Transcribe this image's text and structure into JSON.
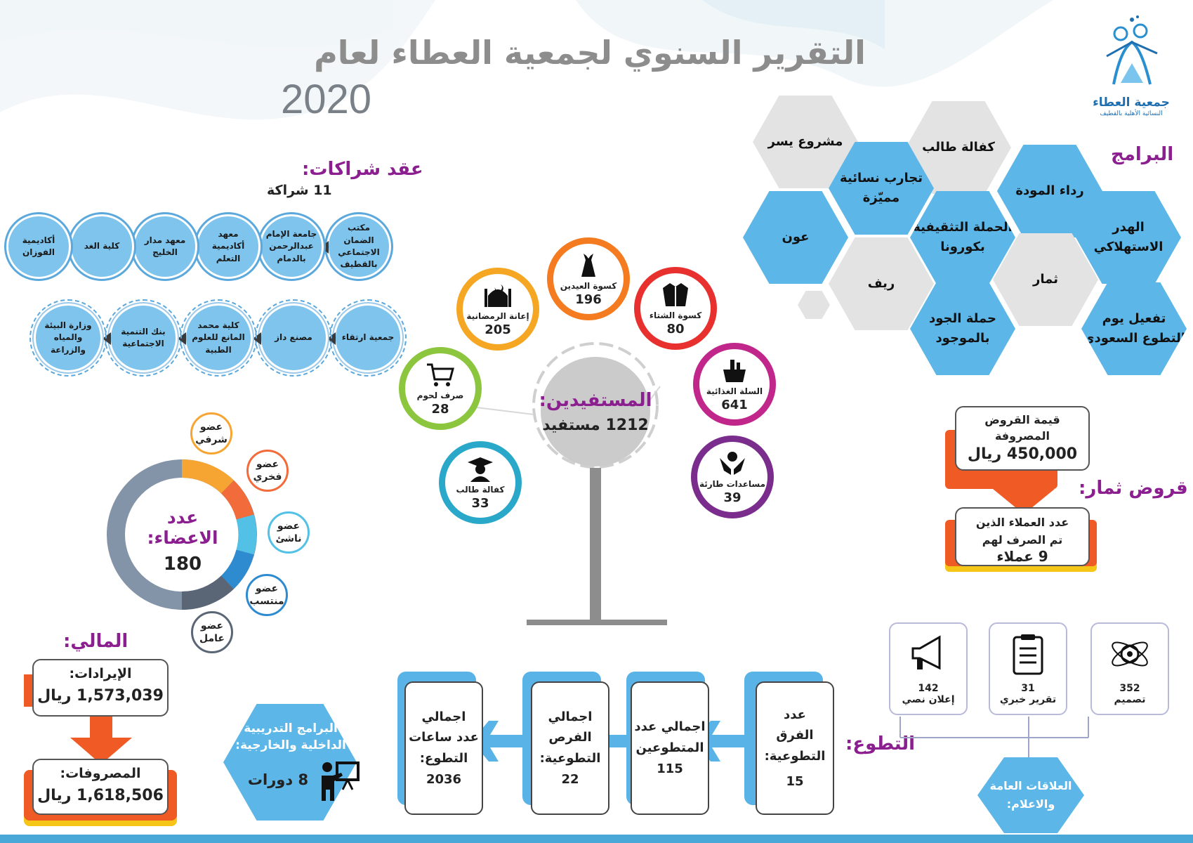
{
  "header": {
    "title": "التقرير السنوي لجمعية العطاء لعام",
    "year": "2020",
    "logo_name": "جمعية العطاء",
    "logo_sub": "النسائية الأهلية بالقطيف"
  },
  "colors": {
    "accent_purple": "#8b1f8f",
    "blue": "#5db6e8",
    "orange": "#f05a24",
    "grey": "#8d8d8d"
  },
  "partnerships": {
    "title": "عقد شراكات:",
    "count": "11 شراكة",
    "row1": [
      "مكتب الضمان الاجتماعي بالقطيف",
      "جامعة الإمام عبدالرحمن بالدمام",
      "معهد أكاديمية التعلم",
      "معهد مدار الخليج",
      "كلية الغد",
      "أكاديمية الفوزان"
    ],
    "row2": [
      "جمعية ارتقاء",
      "مصنع داز",
      "كلية محمد المانع للعلوم الطبية",
      "بنك التنمية الاجتماعية",
      "وزارة البيئة والمياه والزراعة"
    ]
  },
  "programs": {
    "title": "البرامج",
    "items": [
      "كفالة طالب",
      "مشروع يسر",
      "تجارب نسائية مميّزة",
      "رداء المودة",
      "الهدر الاستهلاكي",
      "الحملة التثقيفية بكورونا",
      "عون",
      "ريف",
      "ثمار",
      "حملة الجود بالموجود",
      "تفعيل يوم التطوع السعودي"
    ]
  },
  "beneficiaries": {
    "title": "المستفيدين:",
    "total": "1212 مستفيد",
    "items": [
      {
        "label": "كسوة العيدين",
        "value": "196",
        "icon": "dress-icon",
        "color": "#f47b20"
      },
      {
        "label": "إعانة الرمضانية",
        "value": "205",
        "icon": "mosque-icon",
        "color": "#f5a623"
      },
      {
        "label": "كسوة الشتاء",
        "value": "80",
        "icon": "jacket-icon",
        "color": "#e8312f"
      },
      {
        "label": "صرف لحوم",
        "value": "28",
        "icon": "cart-icon",
        "color": "#8cc63f"
      },
      {
        "label": "السلة الغذائية",
        "value": "641",
        "icon": "basket-icon",
        "color": "#c1268a"
      },
      {
        "label": "كفالة طالب",
        "value": "33",
        "icon": "graduate-icon",
        "color": "#2aa8c9"
      },
      {
        "label": "مساعدات طارئة",
        "value": "39",
        "icon": "hands-icon",
        "color": "#7b2d8e"
      }
    ]
  },
  "members": {
    "title": "عدد الاعضاء:",
    "total": "180",
    "types": [
      "عضو شرفي",
      "عضو فخري",
      "عضو ناشئ",
      "عضو منتسب",
      "عضو عامل"
    ]
  },
  "loans": {
    "title": "قروض ثمار:",
    "value_label": "قيمة القروض المصروفة",
    "value": "450,000 ريال",
    "clients_label": "عدد العملاء الذين تم الصرف لهم",
    "clients": "9 عملاء"
  },
  "finance": {
    "title": "المالي:",
    "revenue_label": "الإيرادات:",
    "revenue": "1,573,039 ريال",
    "expense_label": "المصروفات:",
    "expense": "1,618,506 ريال"
  },
  "training": {
    "label": "البرامج التدريبية الداخلية والخارجية:",
    "value": "8 دورات"
  },
  "volunteering": {
    "title": "التطوع:",
    "items": [
      {
        "label": "عدد الفرق التطوعية:",
        "value": "15"
      },
      {
        "label": "اجمالي عدد المتطوعين",
        "value": "115"
      },
      {
        "label": "اجمالي الفرص التطوعية:",
        "value": "22"
      },
      {
        "label": "اجمالي عدد ساعات التطوع:",
        "value": "2036"
      }
    ]
  },
  "media": {
    "title": "العلاقات العامة والاعلام:",
    "items": [
      {
        "value": "352",
        "label": "تصميم",
        "icon": "design-icon"
      },
      {
        "value": "31",
        "label": "تقرير خبري",
        "icon": "clipboard-icon"
      },
      {
        "value": "142",
        "label": "إعلان نصي",
        "icon": "megaphone-icon"
      }
    ]
  }
}
